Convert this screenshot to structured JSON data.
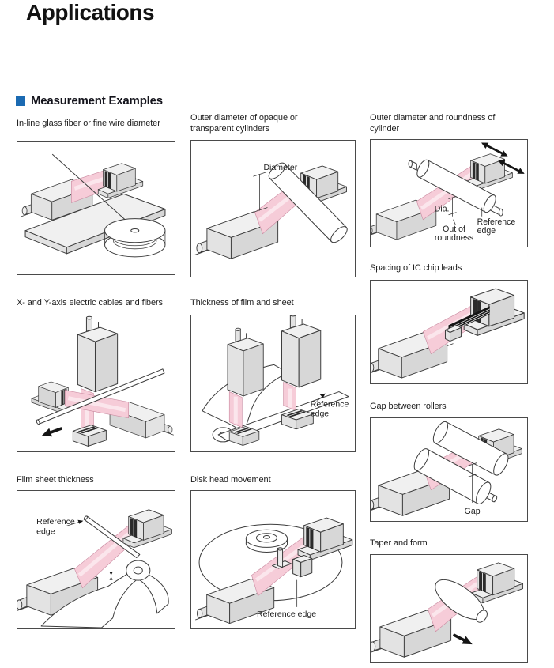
{
  "page": {
    "title": "Applications",
    "section_header": "Measurement Examples"
  },
  "colors": {
    "accent_blue": "#1b6ab2",
    "beam_pink": "#f6ccd8",
    "device_gray": "#e3e3e3",
    "outline": "#3c3c3c",
    "panel_border": "#4a4a4a"
  },
  "panels": [
    {
      "label": "In-line glass fiber or fine wire diameter",
      "annotations": {}
    },
    {
      "label": "Outer diameter of opaque or transparent cylinders",
      "annotations": {
        "diameter": "Diameter"
      }
    },
    {
      "label": "Outer diameter and roundness of cylinder",
      "annotations": {
        "dia": "Dia.",
        "out_of_roundness": [
          "Out of",
          "roundness"
        ],
        "reference_edge": [
          "Reference",
          "edge"
        ]
      }
    },
    {
      "label": "X- and Y-axis electric cables and fibers",
      "annotations": {}
    },
    {
      "label": "Thickness of film and sheet",
      "annotations": {
        "reference_edge": [
          "Reference",
          "edge"
        ]
      }
    },
    {
      "label": "Spacing of IC chip leads",
      "annotations": {}
    },
    {
      "label": "Film sheet thickness",
      "annotations": {
        "reference_edge": [
          "Reference",
          "edge"
        ]
      }
    },
    {
      "label": "Disk head movement",
      "annotations": {
        "reference_edge": "Reference edge"
      }
    },
    {
      "label": "Gap between rollers",
      "annotations": {
        "gap": "Gap"
      }
    },
    {
      "label": "Taper and form",
      "annotations": {}
    }
  ]
}
